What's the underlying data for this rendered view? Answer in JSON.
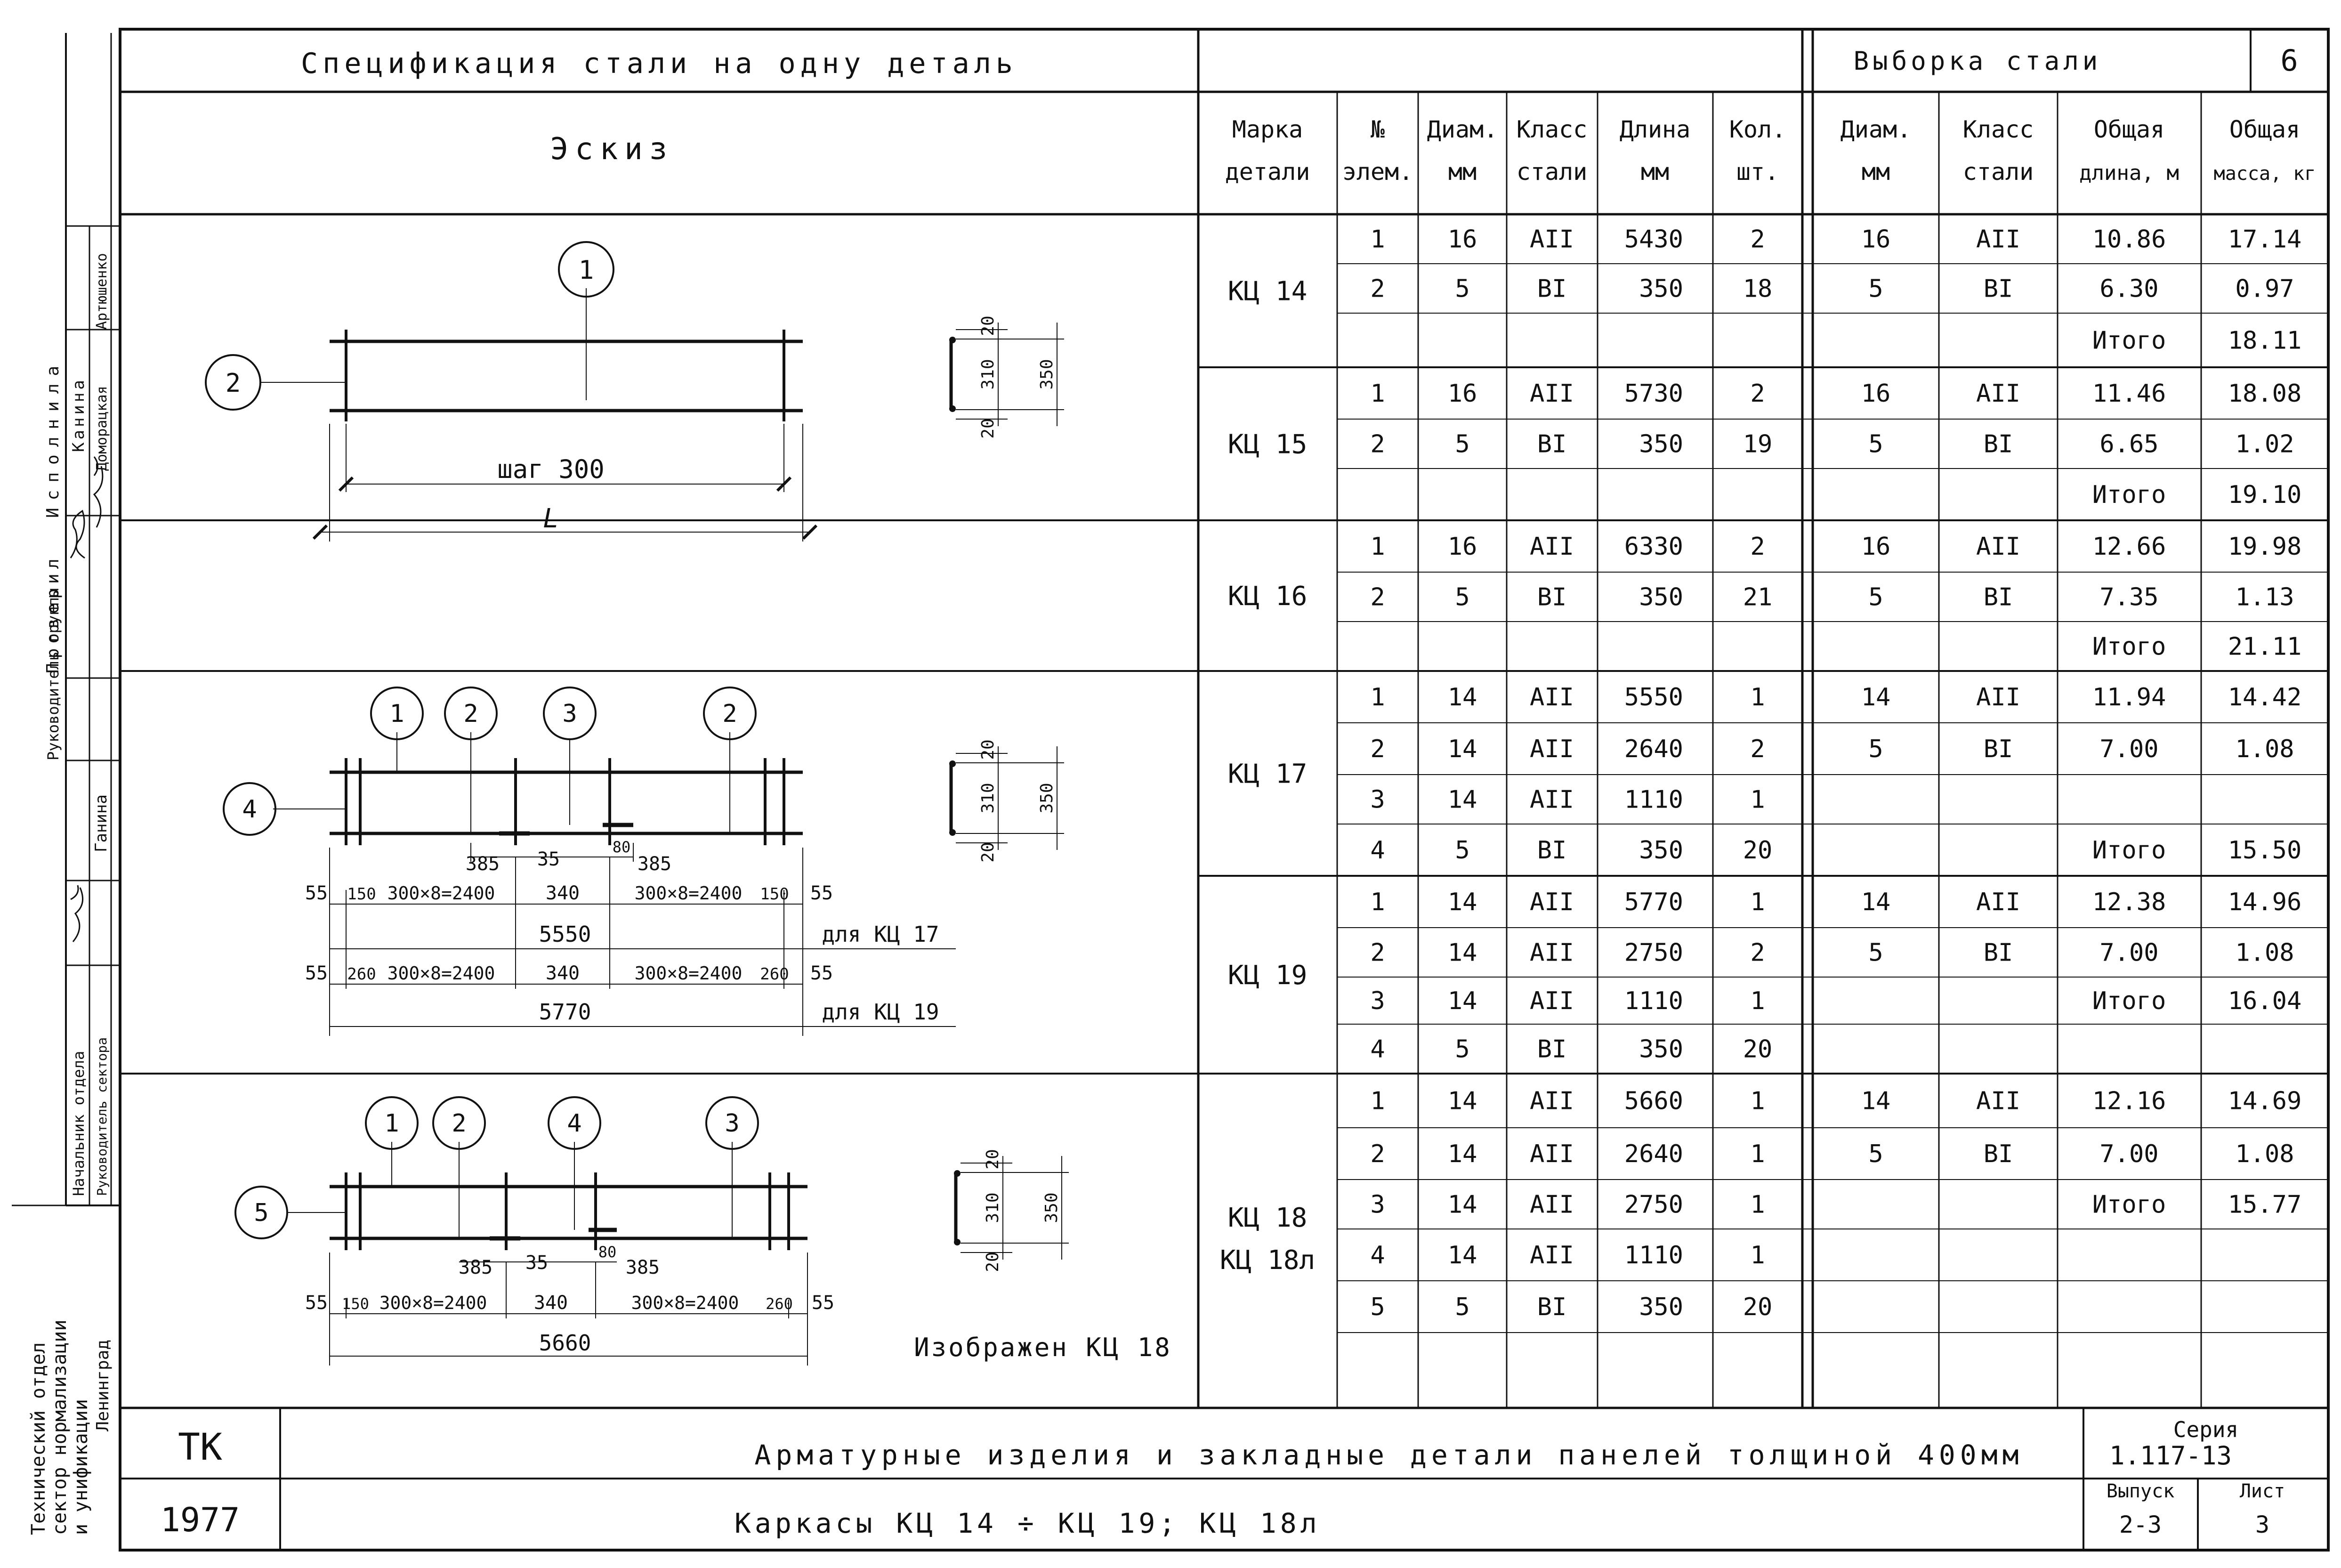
{
  "header": {
    "spec_title": "Спецификация стали на одну деталь",
    "sample_title": "Выборка стали",
    "sheet_no": "6"
  },
  "columns": {
    "sketch": "Эскиз",
    "mark_1": "Марка",
    "mark_2": "детали",
    "elem_1": "№",
    "elem_2": "элем.",
    "diam_1": "Диам.",
    "diam_2": "мм",
    "class_1": "Класс",
    "class_2": "стали",
    "length_1": "Длина",
    "length_2": "мм",
    "qty_1": "Кол.",
    "qty_2": "шт.",
    "s_diam_1": "Диам.",
    "s_diam_2": "мм",
    "s_class_1": "Класс",
    "s_class_2": "стали",
    "s_len_1": "Общая",
    "s_len_2": "длина, м",
    "s_mass_1": "Общая",
    "s_mass_2": "масса, кг"
  },
  "groups": [
    {
      "mark": [
        "КЦ 14"
      ],
      "rows": [
        [
          "1",
          "16",
          "AII",
          "5430",
          "2"
        ],
        [
          "2",
          "5",
          "BI",
          "350",
          "18"
        ],
        [
          "",
          "",
          "",
          "",
          ""
        ]
      ],
      "sample": [
        [
          "16",
          "AII",
          "10.86",
          "17.14"
        ],
        [
          "5",
          "BI",
          "6.30",
          "0.97"
        ],
        [
          "",
          "",
          "Итого",
          "18.11"
        ]
      ]
    },
    {
      "mark": [
        "КЦ 15"
      ],
      "rows": [
        [
          "1",
          "16",
          "AII",
          "5730",
          "2"
        ],
        [
          "2",
          "5",
          "BI",
          "350",
          "19"
        ],
        [
          "",
          "",
          "",
          "",
          ""
        ]
      ],
      "sample": [
        [
          "16",
          "AII",
          "11.46",
          "18.08"
        ],
        [
          "5",
          "BI",
          "6.65",
          "1.02"
        ],
        [
          "",
          "",
          "Итого",
          "19.10"
        ]
      ]
    },
    {
      "mark": [
        "КЦ 16"
      ],
      "rows": [
        [
          "1",
          "16",
          "AII",
          "6330",
          "2"
        ],
        [
          "2",
          "5",
          "BI",
          "350",
          "21"
        ],
        [
          "",
          "",
          "",
          "",
          ""
        ]
      ],
      "sample": [
        [
          "16",
          "AII",
          "12.66",
          "19.98"
        ],
        [
          "5",
          "BI",
          "7.35",
          "1.13"
        ],
        [
          "",
          "",
          "Итого",
          "21.11"
        ]
      ]
    },
    {
      "mark": [
        "КЦ 17"
      ],
      "rows": [
        [
          "1",
          "14",
          "AII",
          "5550",
          "1"
        ],
        [
          "2",
          "14",
          "AII",
          "2640",
          "2"
        ],
        [
          "3",
          "14",
          "AII",
          "1110",
          "1"
        ],
        [
          "4",
          "5",
          "BI",
          "350",
          "20"
        ]
      ],
      "sample": [
        [
          "14",
          "AII",
          "11.94",
          "14.42"
        ],
        [
          "5",
          "BI",
          "7.00",
          "1.08"
        ],
        [
          "",
          "",
          "",
          ""
        ],
        [
          "",
          "",
          "Итого",
          "15.50"
        ]
      ]
    },
    {
      "mark": [
        "КЦ 19"
      ],
      "rows": [
        [
          "1",
          "14",
          "AII",
          "5770",
          "1"
        ],
        [
          "2",
          "14",
          "AII",
          "2750",
          "2"
        ],
        [
          "3",
          "14",
          "AII",
          "1110",
          "1"
        ],
        [
          "4",
          "5",
          "BI",
          "350",
          "20"
        ]
      ],
      "sample": [
        [
          "14",
          "AII",
          "12.38",
          "14.96"
        ],
        [
          "5",
          "BI",
          "7.00",
          "1.08"
        ],
        [
          "",
          "",
          "Итого",
          "16.04"
        ],
        [
          "",
          "",
          "",
          ""
        ]
      ]
    },
    {
      "mark": [
        "КЦ 18",
        "КЦ 18л"
      ],
      "rows": [
        [
          "1",
          "14",
          "AII",
          "5660",
          "1"
        ],
        [
          "2",
          "14",
          "AII",
          "2640",
          "1"
        ],
        [
          "3",
          "14",
          "AII",
          "2750",
          "1"
        ],
        [
          "4",
          "14",
          "AII",
          "1110",
          "1"
        ],
        [
          "5",
          "5",
          "BI",
          "350",
          "20"
        ],
        [
          "",
          "",
          "",
          "",
          ""
        ]
      ],
      "sample": [
        [
          "14",
          "AII",
          "12.16",
          "14.69"
        ],
        [
          "5",
          "BI",
          "7.00",
          "1.08"
        ],
        [
          "",
          "",
          "Итого",
          "15.77"
        ],
        [
          "",
          "",
          "",
          ""
        ],
        [
          "",
          "",
          "",
          ""
        ],
        [
          "",
          "",
          "",
          ""
        ]
      ]
    }
  ],
  "sketches": {
    "s1": {
      "pos_main": "1",
      "pos_side": "2",
      "step": "шаг 300",
      "length": "L"
    },
    "s2": {
      "pos": [
        "1",
        "2",
        "3",
        "2",
        "4"
      ],
      "dims_top": [
        "385",
        "35",
        "80",
        "385"
      ],
      "row17": [
        "55",
        "150",
        "300×8=2400",
        "340",
        "300×8=2400",
        "150",
        "55"
      ],
      "total17": "5550",
      "for17": "для КЦ 17",
      "row19": [
        "55",
        "260",
        "300×8=2400",
        "340",
        "300×8=2400",
        "260",
        "55"
      ],
      "total19": "5770",
      "for19": "для КЦ 19"
    },
    "s3": {
      "pos": [
        "1",
        "2",
        "4",
        "3",
        "5"
      ],
      "dims_top": [
        "385",
        "35",
        "80",
        "385"
      ],
      "row": [
        "55",
        "150",
        "300×8=2400",
        "340",
        "300×8=2400",
        "260",
        "55"
      ],
      "total": "5660",
      "caption": "Изображен КЦ 18"
    },
    "section": {
      "d1": "20",
      "d2": "310",
      "d3": "20",
      "total": "350"
    }
  },
  "side_stamp": {
    "roles": [
      "Руководитель группы",
      "Исполнила",
      "Проверил",
      "Начальник отдела",
      "Руководитель сектора"
    ],
    "names": [
      "Канина",
      "Артюшенко",
      "Доморацкая",
      "Ганина"
    ],
    "org": [
      "Технический отдел",
      "сектор нормализации",
      "и унификации",
      "Ленинград"
    ]
  },
  "title_block": {
    "tk": "ТК",
    "year": "1977",
    "title": "Арматурные изделия и закладные детали панелей толщиной 400мм",
    "subtitle": "Каркасы КЦ 14 ÷ КЦ 19; КЦ 18л",
    "series_label": "Серия",
    "series": "1.117-13",
    "issue_label": "Выпуск",
    "issue": "2-3",
    "sheet_label": "Лист",
    "sheet": "3"
  }
}
